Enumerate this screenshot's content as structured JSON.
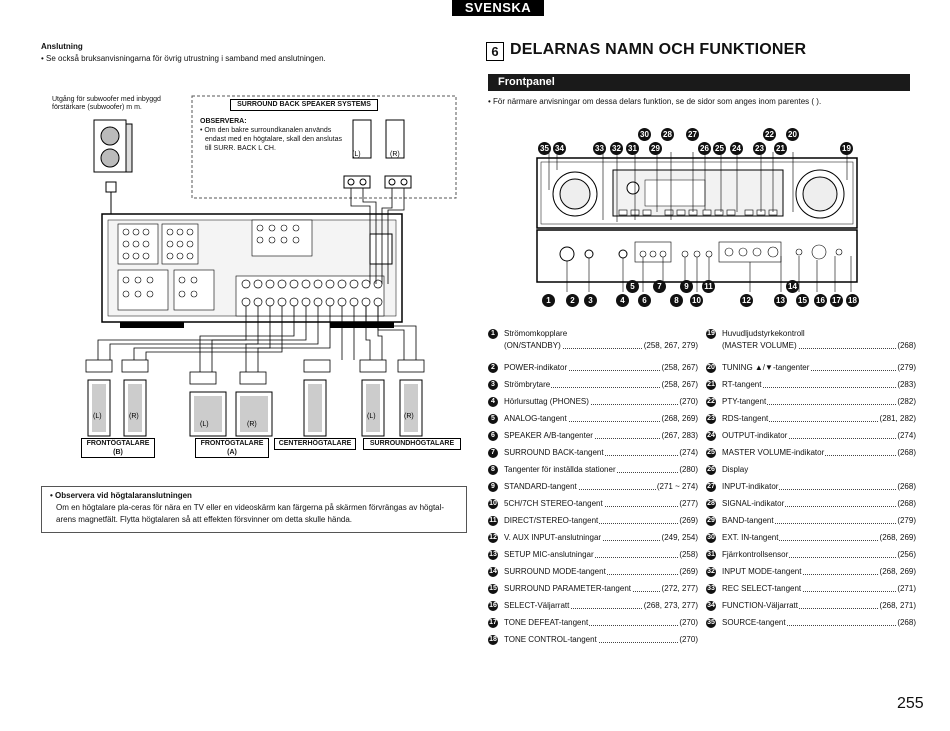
{
  "header": {
    "language": "SVENSKA"
  },
  "left": {
    "anslutning": {
      "title": "Anslutning",
      "bullet": "• Se också bruksanvisningarna för övrig utrustning i samband med anslutningen."
    },
    "subwoofer_caption_1": "Utgång för subwoofer med inbyggd",
    "subwoofer_caption_2": "förstärkare (subwoofer) m m.",
    "surround_back_title": "SURROUND BACK SPEAKER SYSTEMS",
    "observera_title": "OBSERVERA:",
    "observera_lines": [
      "• Om den bakre surroundkanalen används",
      "endast med en högtalare, skall den anslutas",
      "till SURR. BACK L CH."
    ],
    "lr_labels": [
      "(L)",
      "(R)"
    ],
    "speaker_groups": [
      {
        "label": "FRONTÖGTALARE",
        "sub": "(B)"
      },
      {
        "label": "FRONTÖGTALARE",
        "sub": "(A)"
      },
      {
        "label": "CENTERHÖGTALARE",
        "sub": ""
      },
      {
        "label": "SURROUNDHÖGTALARE",
        "sub": ""
      }
    ],
    "note": {
      "title": "• Observera vid högtalaranslutningen",
      "body": "Om en högtalare pla-ceras för nära en TV eller en videoskärm kan färgerna på skärmen förvrängas av högtal-arens magnetfält. Flytta högtalaren så att effekten försvinner om detta skulle hända."
    }
  },
  "right": {
    "chapter_num": "6",
    "chapter_title": "DELARNAS NAMN OCH FUNKTIONER",
    "section_title": "Frontpanel",
    "intro": "• För närmare anvisningar om dessa delars funktion, se de sidor som anges inom parentes (  ).",
    "top_callouts": [
      "35",
      "34",
      "33",
      "32",
      "31",
      "29",
      "30",
      "28",
      "27",
      "26",
      "25",
      "24",
      "23",
      "21",
      "22",
      "20",
      "19"
    ],
    "bottom_callouts": [
      "1",
      "2",
      "3",
      "4",
      "6",
      "5",
      "8",
      "7",
      "9",
      "10",
      "11",
      "12",
      "14",
      "13",
      "15",
      "16",
      "17",
      "18"
    ],
    "items_left": [
      {
        "n": "1",
        "text": "Strömomkopplare",
        "text2": "(ON/STANDBY)",
        "pages": "(258, 267, 279)"
      },
      {
        "n": "2",
        "text": "POWER-indikator",
        "pages": "(258, 267)"
      },
      {
        "n": "3",
        "text": "Strömbrytare",
        "pages": "(258, 267)"
      },
      {
        "n": "4",
        "text": "Hörlursuttag (PHONES)",
        "pages": "(270)"
      },
      {
        "n": "5",
        "text": "ANALOG-tangent",
        "pages": "(268, 269)"
      },
      {
        "n": "6",
        "text": "SPEAKER A/B-tangenter",
        "pages": "(267, 283)"
      },
      {
        "n": "7",
        "text": "SURROUND BACK-tangent",
        "pages": "(274)"
      },
      {
        "n": "8",
        "text": "Tangenter för inställda stationer",
        "pages": "(280)"
      },
      {
        "n": "9",
        "text": "STANDARD-tangent",
        "pages": "(271 ~ 274)"
      },
      {
        "n": "10",
        "text": "5CH/7CH STEREO-tangent",
        "pages": "(277)"
      },
      {
        "n": "11",
        "text": "DIRECT/STEREO-tangent",
        "pages": "(269)"
      },
      {
        "n": "12",
        "text": "V. AUX INPUT-anslutningar",
        "pages": "(249, 254)"
      },
      {
        "n": "13",
        "text": "SETUP MIC-anslutningar",
        "pages": "(258)"
      },
      {
        "n": "14",
        "text": "SURROUND MODE-tangent",
        "pages": "(269)"
      },
      {
        "n": "15",
        "text": "SURROUND PARAMETER-tangent",
        "pages": "(272, 277)"
      },
      {
        "n": "16",
        "text": "SELECT-Väljarratt",
        "pages": "(268, 273, 277)"
      },
      {
        "n": "17",
        "text": "TONE DEFEAT-tangent",
        "pages": "(270)"
      },
      {
        "n": "18",
        "text": "TONE CONTROL-tangent",
        "pages": "(270)"
      }
    ],
    "items_right": [
      {
        "n": "19",
        "text": "Huvudljudstyrkekontroll",
        "text2": "(MASTER VOLUME)",
        "pages": "(268)"
      },
      {
        "n": "20",
        "text": "TUNING ▲/▼-tangenter",
        "pages": "(279)"
      },
      {
        "n": "21",
        "text": "RT-tangent",
        "pages": "(283)"
      },
      {
        "n": "22",
        "text": "PTY-tangent",
        "pages": "(282)"
      },
      {
        "n": "23",
        "text": "RDS-tangent",
        "pages": "(281, 282)"
      },
      {
        "n": "24",
        "text": "OUTPUT-indikator",
        "pages": "(274)"
      },
      {
        "n": "25",
        "text": "MASTER VOLUME-indikator",
        "pages": "(268)"
      },
      {
        "n": "26",
        "text": "Display",
        "pages": ""
      },
      {
        "n": "27",
        "text": "INPUT-indikator",
        "pages": "(268)"
      },
      {
        "n": "28",
        "text": "SIGNAL-indikator",
        "pages": "(268)"
      },
      {
        "n": "29",
        "text": "BAND-tangent",
        "pages": "(279)"
      },
      {
        "n": "30",
        "text": "EXT. IN-tangent",
        "pages": "(268, 269)"
      },
      {
        "n": "31",
        "text": "Fjärrkontrollsensor",
        "pages": "(256)"
      },
      {
        "n": "32",
        "text": "INPUT MODE-tangent",
        "pages": "(268, 269)"
      },
      {
        "n": "33",
        "text": "REC SELECT-tangent",
        "pages": "(271)"
      },
      {
        "n": "34",
        "text": "FUNCTION-Väljarratt",
        "pages": "(268, 271)"
      },
      {
        "n": "35",
        "text": "SOURCE-tangent",
        "pages": "(268)"
      }
    ],
    "page_number": "255"
  }
}
